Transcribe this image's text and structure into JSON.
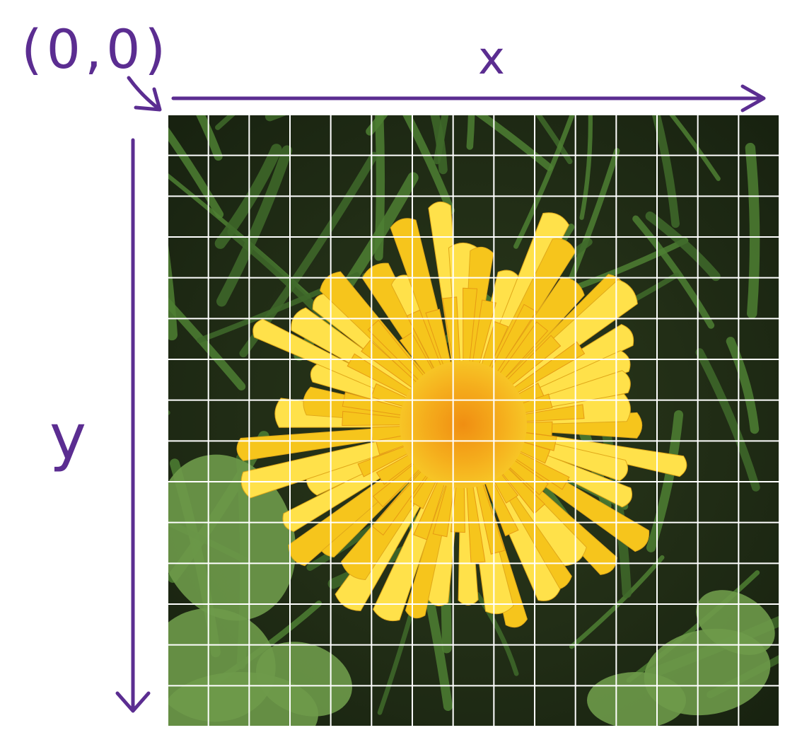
{
  "labels": {
    "origin": "(0,0)",
    "x_axis": "x",
    "y_axis": "y"
  },
  "grid": {
    "columns": 15,
    "rows": 15,
    "line_color": "#ffffff"
  },
  "colors": {
    "ink": "#5b2d91",
    "petal": "#f6c51c",
    "petal_light": "#ffe14a",
    "center": "#f2a21a",
    "grass_dark": "#1f2b14",
    "grass": "#3f6a2a",
    "leaf": "#6e9a4a"
  },
  "image": {
    "subject_icon": "dandelion-photo"
  }
}
